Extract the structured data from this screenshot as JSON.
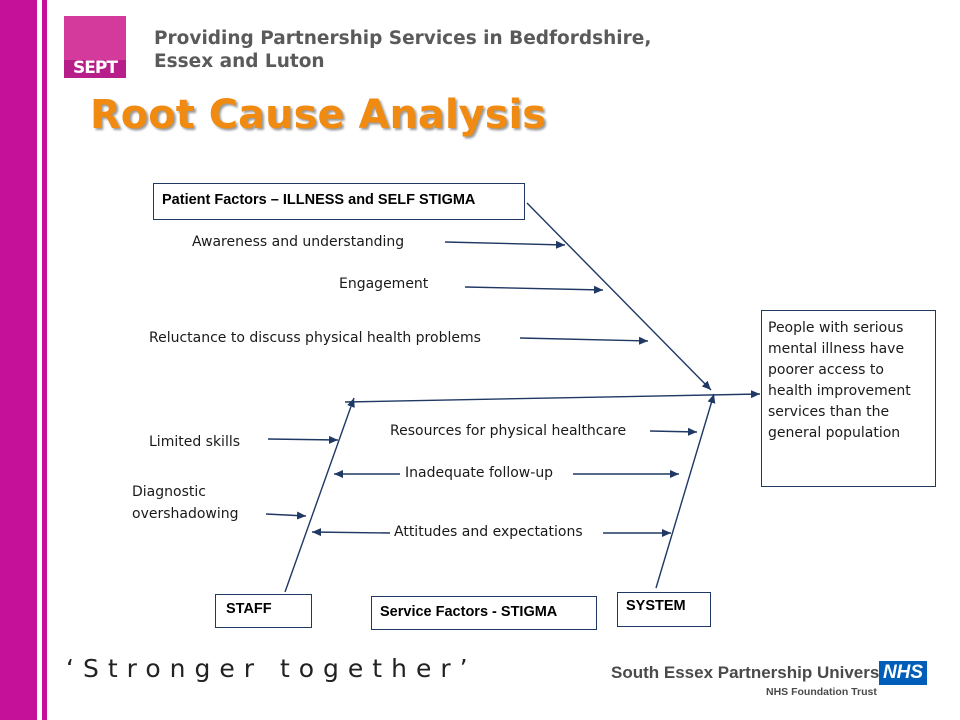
{
  "header": {
    "logo_text": "SEPT",
    "line1": "Providing Partnership Services in Bedfordshire,",
    "line2": "Essex and Luton"
  },
  "title": "Root Cause Analysis",
  "diagram": {
    "patient_box": "Patient Factors – ILLNESS and SELF STIGMA",
    "patient_causes": [
      "Awareness and understanding",
      "Engagement",
      "Reluctance to discuss physical health problems"
    ],
    "staff_causes": [
      "Limited skills",
      "Diagnostic",
      "overshadowing"
    ],
    "service_causes": [
      "Resources for physical healthcare",
      "Inadequate follow-up",
      "Attitudes and expectations"
    ],
    "effect": "People with serious mental illness have poorer access to health improvement services than the general population",
    "staff_box": "STAFF",
    "service_box": "Service Factors - STIGMA",
    "system_box": "SYSTEM"
  },
  "footer": {
    "tagline": "‘Stronger together’",
    "org": "South Essex Partnership University",
    "trust": "NHS Foundation Trust",
    "nhs_logo": "NHS"
  },
  "colors": {
    "accent_magenta": "#c5109a",
    "title_orange": "#f08a10",
    "line_navy": "#1f3864",
    "nhs_blue": "#005eb8"
  }
}
